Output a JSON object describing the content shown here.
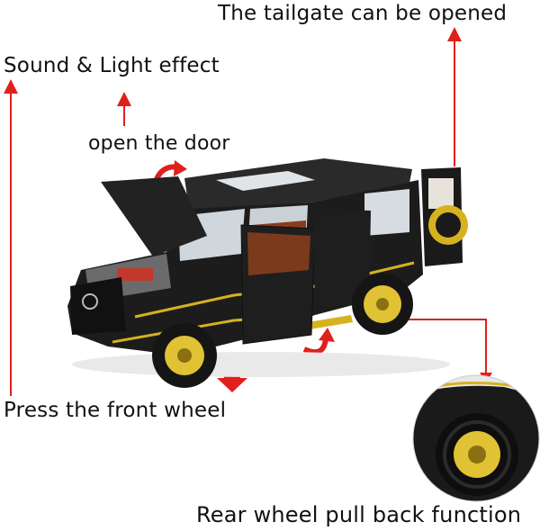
{
  "labels": {
    "tailgate": "The tailgate can be opened",
    "sound_light": "Sound & Light effect",
    "open_door": "open the door",
    "press_wheel": "Press the front wheel",
    "pullback": "Rear wheel pull back function"
  },
  "colors": {
    "arrow_red": "#e0201c",
    "car_body": "#1c1c1c",
    "gold_trim": "#d6b21e",
    "interior": "#8a3c1c"
  }
}
